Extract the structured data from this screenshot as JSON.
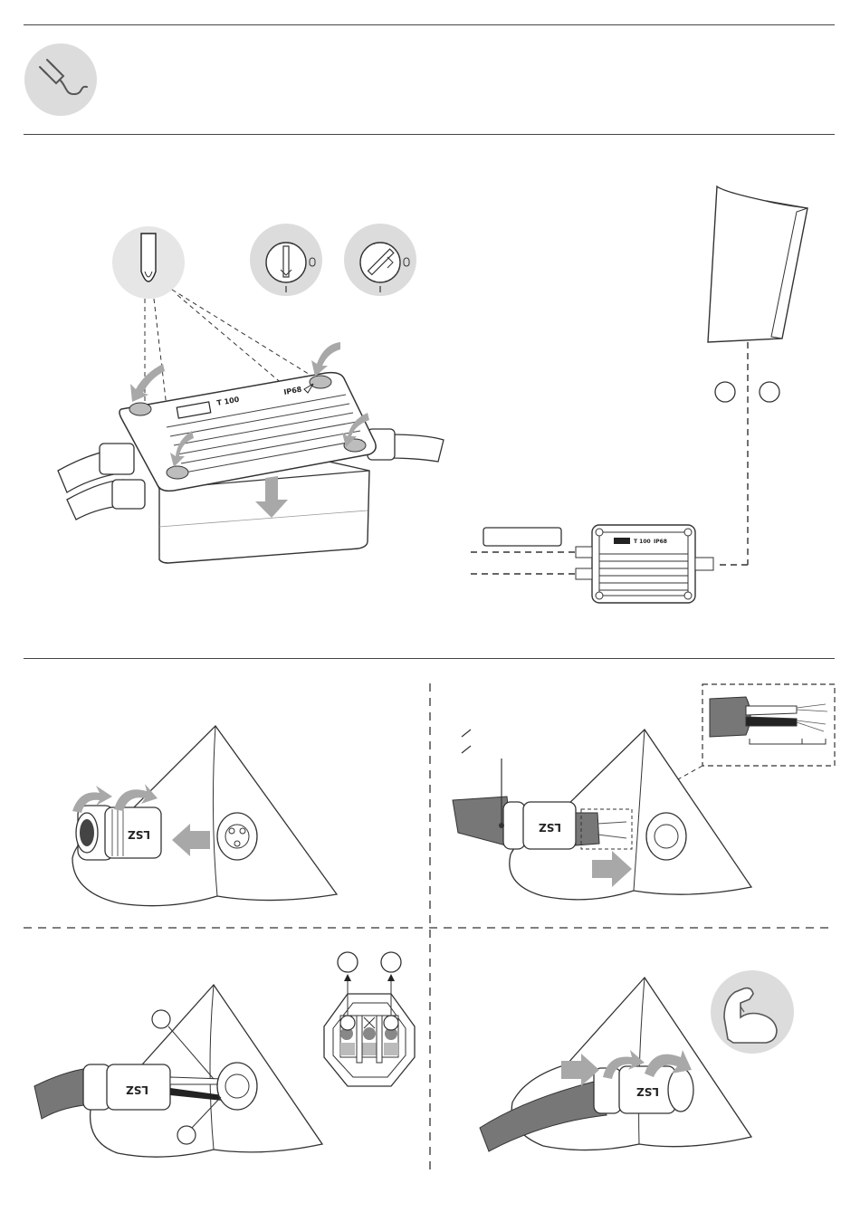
{
  "header": {
    "icon": "plug-with-cable-icon"
  },
  "junction_box": {
    "model_label": "T 100",
    "rating_label": "IP68",
    "small_model_label": "T 100",
    "small_rating_label": "IP68"
  },
  "cable_gland": {
    "marking": "LSZ"
  },
  "icons": {
    "screwdriver": "screwdriver-icon",
    "lock_closed": "lock-closed-icon",
    "lock_open": "lock-open-icon",
    "strength": "flexed-arm-icon"
  },
  "colors": {
    "arrow_gray": "#a8a8a8",
    "icon_circle": "#dcdcdc",
    "line": "#222222"
  }
}
